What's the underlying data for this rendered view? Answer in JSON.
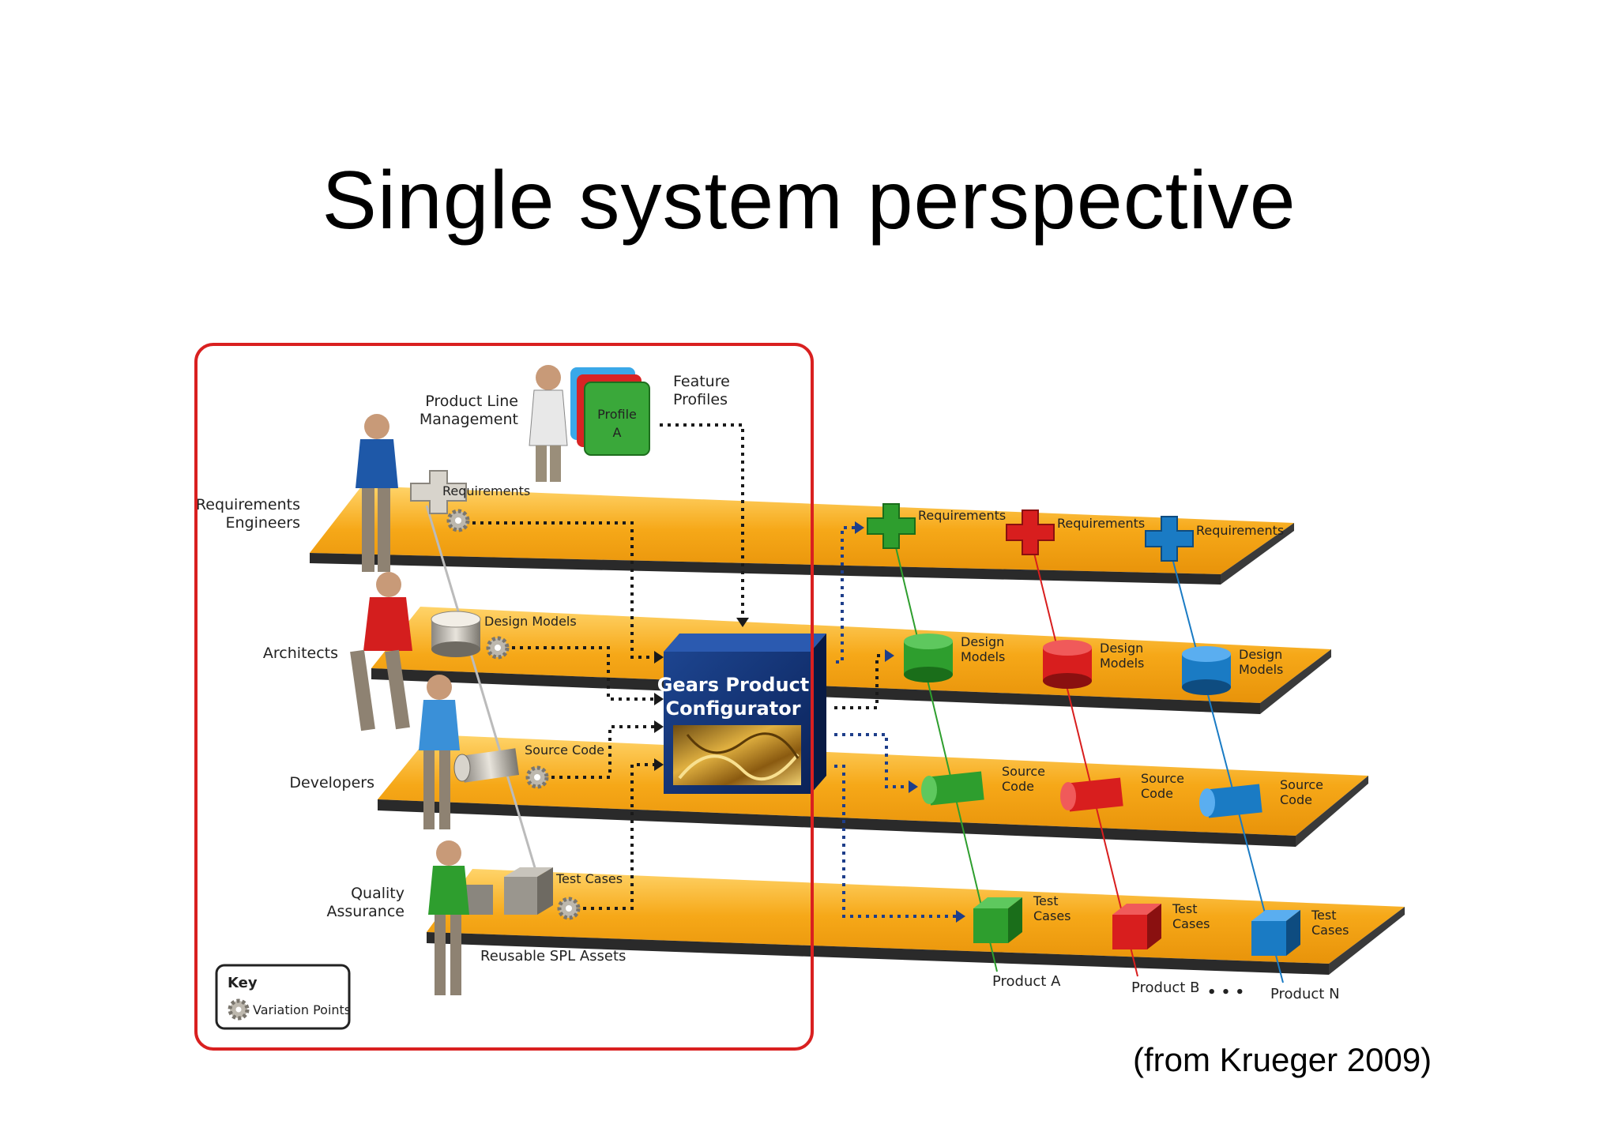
{
  "slide": {
    "title": "Single system perspective",
    "citation": "(from Krueger 2009)"
  },
  "diagram": {
    "roles": {
      "product_line_management": [
        "Product Line",
        "Management"
      ],
      "requirements_engineers": [
        "Requirements",
        "Engineers"
      ],
      "architects": "Architects",
      "developers": "Developers",
      "quality_assurance": [
        "Quality",
        "Assurance"
      ]
    },
    "feature_profiles": [
      "Feature",
      "Profiles"
    ],
    "profile_card": [
      "Profile",
      "A"
    ],
    "configurator": [
      "Gears Product",
      "Configurator"
    ],
    "reusable_assets_label": "Reusable SPL Assets",
    "asset_labels": {
      "requirements": "Requirements",
      "design_models": "Design Models",
      "source_code": "Source Code",
      "test_cases": "Test Cases"
    },
    "product_asset_labels": {
      "requirements": "Requirements",
      "design_models": [
        "Design",
        "Models"
      ],
      "source_code": [
        "Source",
        "Code"
      ],
      "test_cases": [
        "Test",
        "Cases"
      ]
    },
    "products": [
      {
        "name": "Product A",
        "color": "#2e9e2e"
      },
      {
        "name": "Product B",
        "color": "#d81e1e"
      },
      {
        "name": "Product N",
        "color": "#1a7bc4"
      }
    ],
    "ellipsis": "• • •",
    "key": {
      "title": "Key",
      "item": "Variation Points"
    },
    "colors": {
      "conveyor": "#f6a818",
      "conveyor_edge": "#2a2a2a",
      "highlight_frame": "#d92020",
      "configurator_box": "#0e2d6e"
    }
  }
}
